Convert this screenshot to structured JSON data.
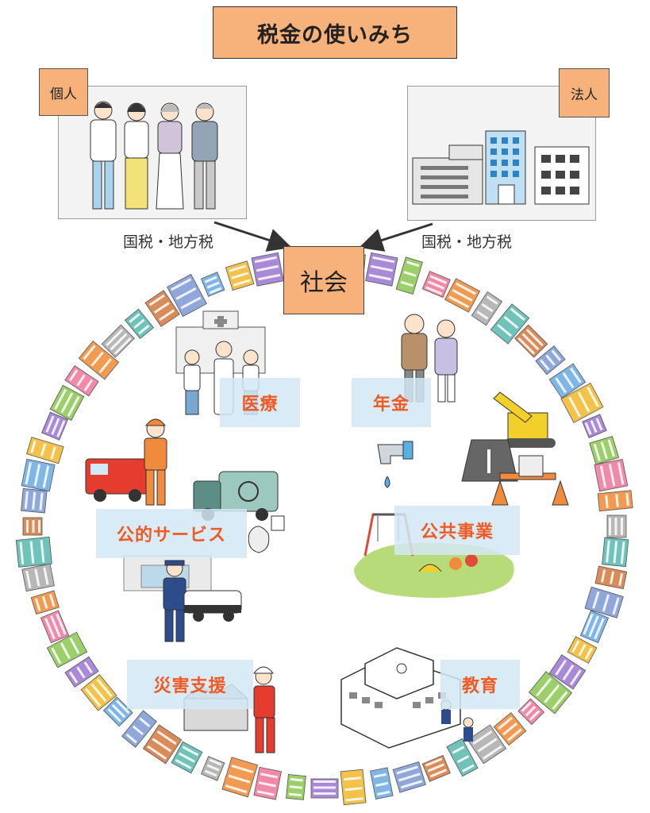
{
  "title": "税金の使いみち",
  "individual": {
    "label": "個人"
  },
  "corporation": {
    "label": "法人"
  },
  "tax_left": "国税・地方税",
  "tax_right": "国税・地方税",
  "society": "社会",
  "categories": {
    "medical": "医療",
    "pension": "年金",
    "public_services": "公的サービス",
    "public_works": "公共事業",
    "disaster_support": "災害支援",
    "education": "教育"
  },
  "colors": {
    "accent_orange": "#f6b27a",
    "category_text": "#f05a24",
    "category_bg": "#d2e8f6"
  }
}
